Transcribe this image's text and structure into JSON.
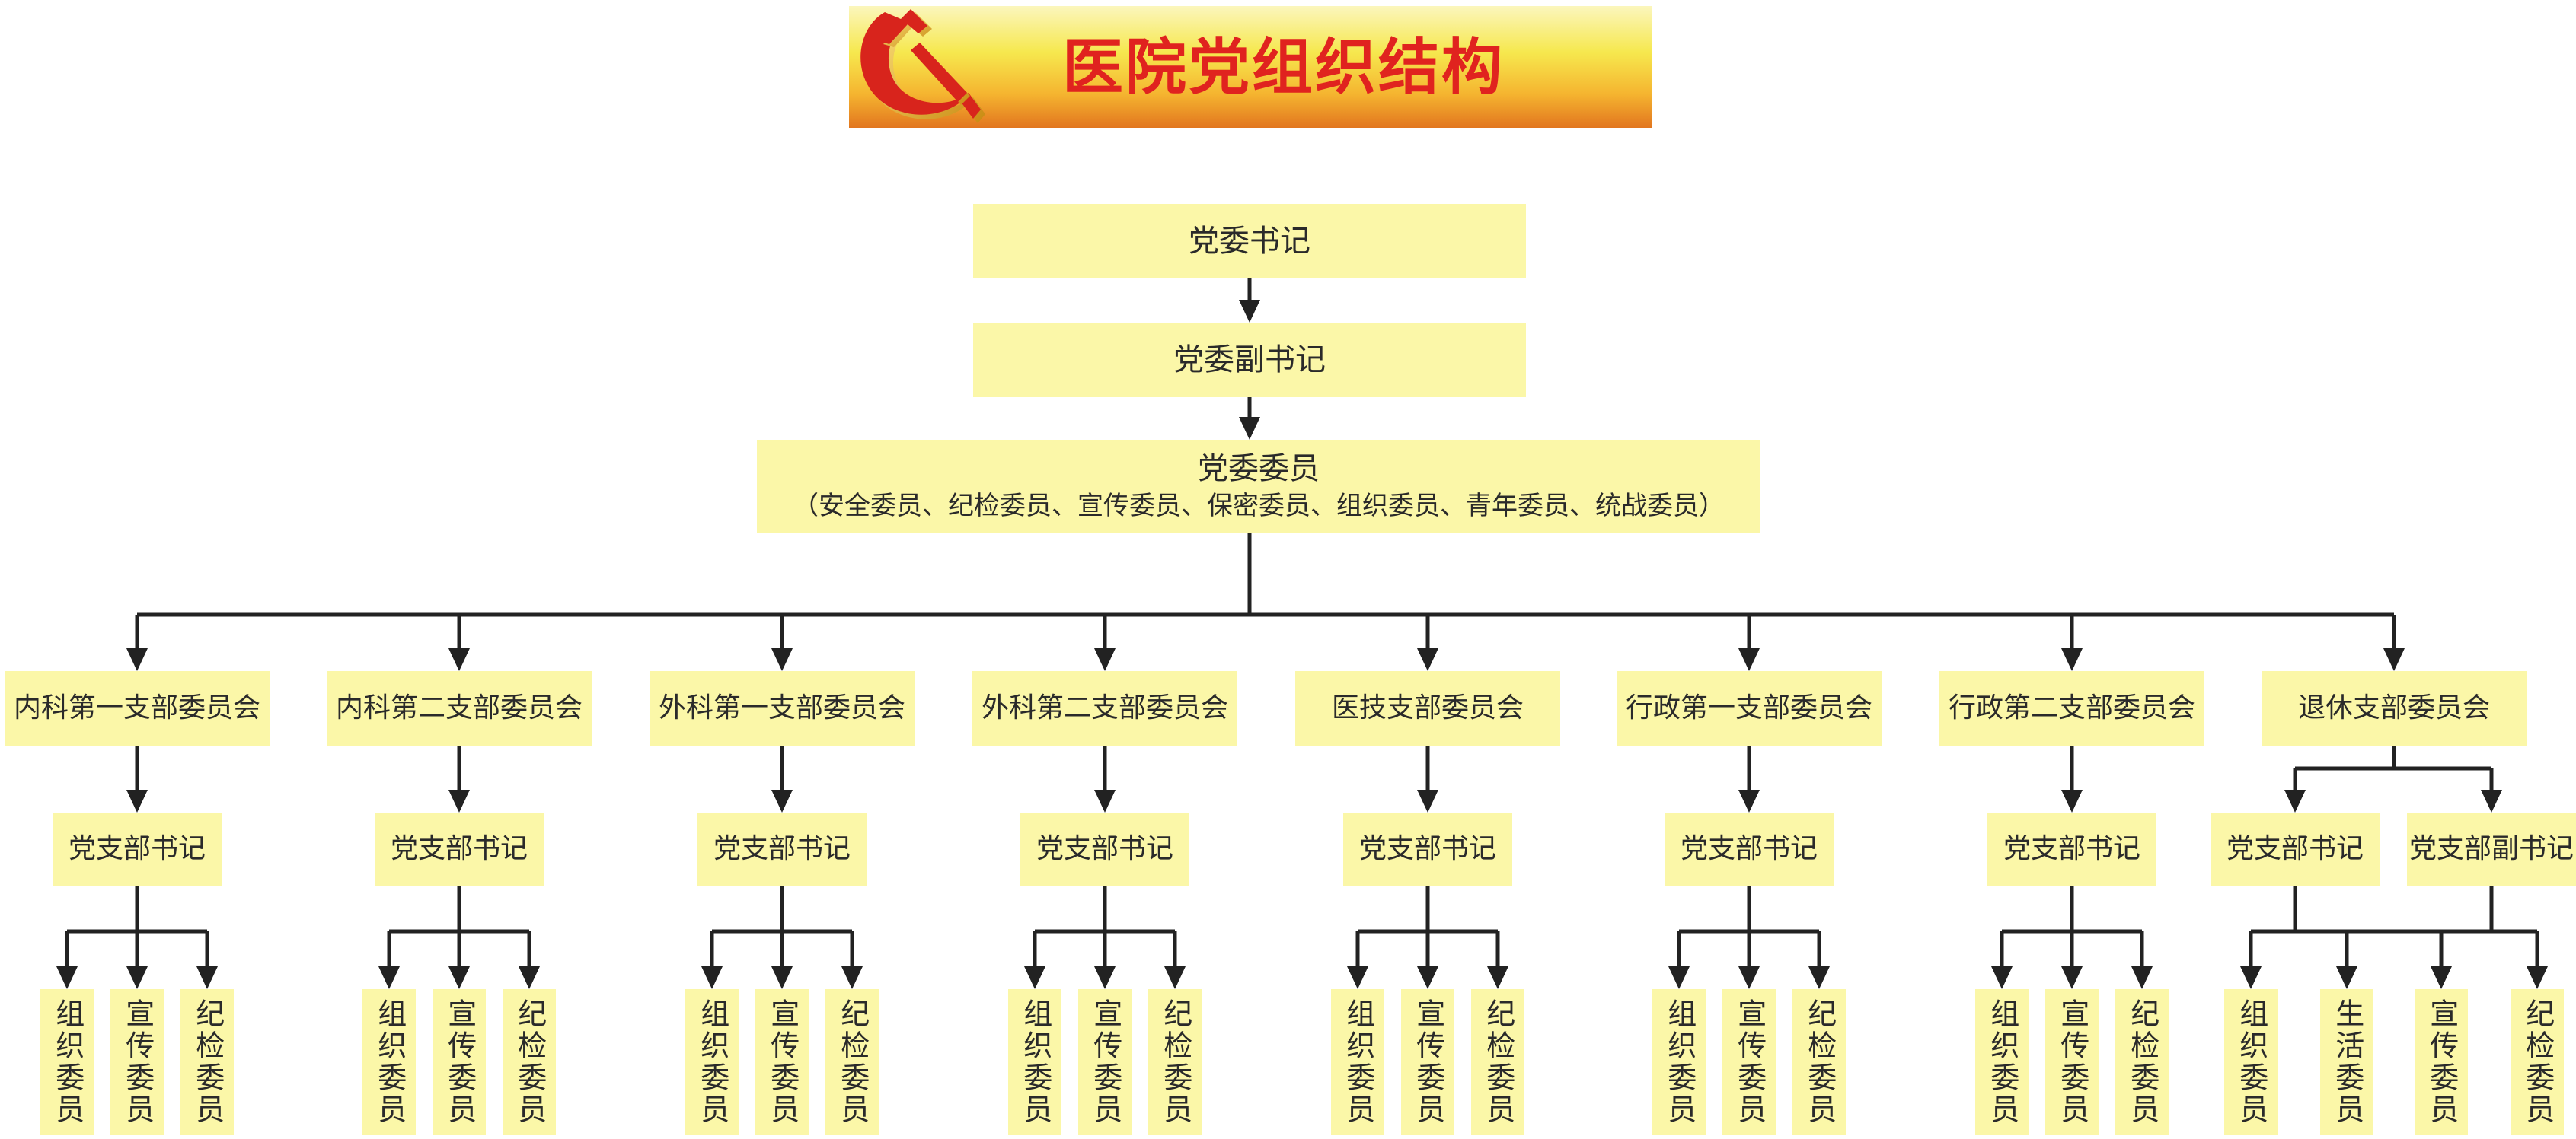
{
  "header": {
    "title": "医院党组织结构",
    "emblem_icon": "hammer-sickle-icon"
  },
  "levels": {
    "secretary": "党委书记",
    "deputy": "党委副书记",
    "committee": {
      "title": "党委委员",
      "members": "（安全委员、纪检委员、宣传委员、保密委员、组织委员、青年委员、统战委员）"
    }
  },
  "branches": [
    {
      "name": "内科第一支部委员会",
      "leaders": [
        "党支部书记"
      ],
      "members": [
        "组织委员",
        "宣传委员",
        "纪检委员"
      ]
    },
    {
      "name": "内科第二支部委员会",
      "leaders": [
        "党支部书记"
      ],
      "members": [
        "组织委员",
        "宣传委员",
        "纪检委员"
      ]
    },
    {
      "name": "外科第一支部委员会",
      "leaders": [
        "党支部书记"
      ],
      "members": [
        "组织委员",
        "宣传委员",
        "纪检委员"
      ]
    },
    {
      "name": "外科第二支部委员会",
      "leaders": [
        "党支部书记"
      ],
      "members": [
        "组织委员",
        "宣传委员",
        "纪检委员"
      ]
    },
    {
      "name": "医技支部委员会",
      "leaders": [
        "党支部书记"
      ],
      "members": [
        "组织委员",
        "宣传委员",
        "纪检委员"
      ]
    },
    {
      "name": "行政第一支部委员会",
      "leaders": [
        "党支部书记"
      ],
      "members": [
        "组织委员",
        "宣传委员",
        "纪检委员"
      ]
    },
    {
      "name": "行政第二支部委员会",
      "leaders": [
        "党支部书记"
      ],
      "members": [
        "组织委员",
        "宣传委员",
        "纪检委员"
      ]
    },
    {
      "name": "退休支部委员会",
      "leaders": [
        "党支部书记",
        "党支部副书记"
      ],
      "members": [
        "组织委员",
        "生活委员",
        "宣传委员",
        "纪检委员"
      ]
    }
  ],
  "colors": {
    "box_fill": "#fbf7a8",
    "title_red": "#e0231f",
    "line": "#222222",
    "banner_top": "#fbf6bd",
    "banner_mid": "#f6e84e",
    "banner_bottom": "#e2761f"
  }
}
